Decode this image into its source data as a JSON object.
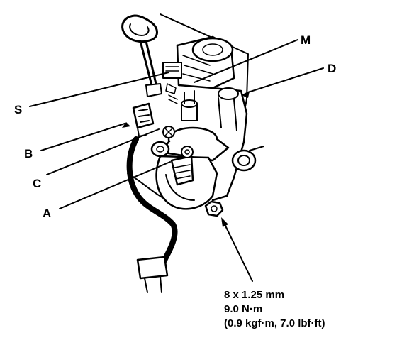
{
  "labels": {
    "m": "M",
    "d": "D",
    "s": "S",
    "b": "B",
    "c": "C",
    "a": "A"
  },
  "spec": {
    "size": "8 x 1.25 mm",
    "torque_nm": "9.0 N·m",
    "torque_alt": "(0.9 kgf·m, 7.0 lbf·ft)"
  }
}
